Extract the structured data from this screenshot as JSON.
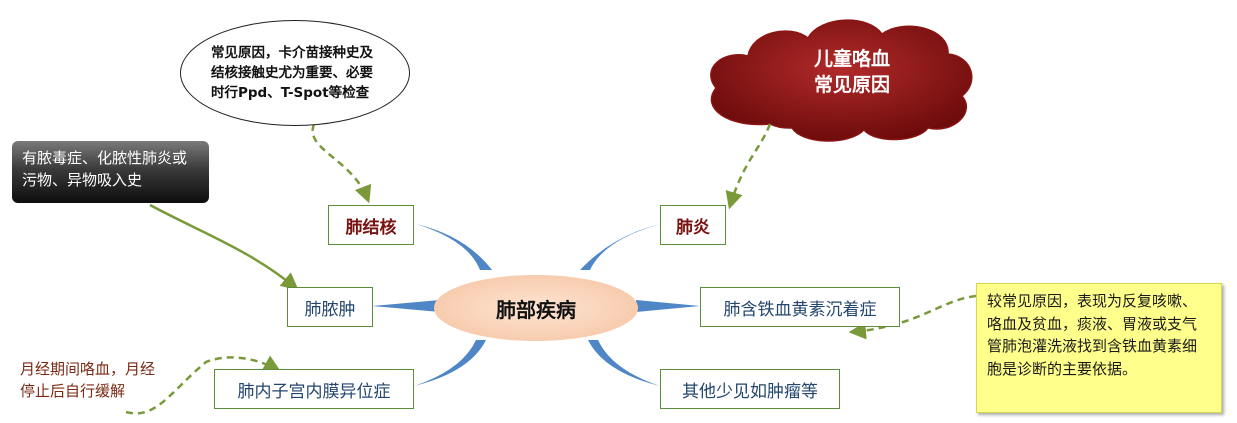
{
  "center": {
    "label": "肺部疾病"
  },
  "nodes": {
    "tb": "肺结核",
    "pneumonia": "肺炎",
    "abscess": "肺脓肿",
    "hemosiderosis": "肺含铁血黄素沉着症",
    "endometriosis": "肺内子宫内膜异位症",
    "tumor": "其他少见如肿瘤等"
  },
  "notes": {
    "cloud_line1": "儿童咯血",
    "cloud_line2": "常见原因",
    "tb_note": "常见原因，卡介苗接种史及结核接触史尤为重要、必要时行Ppd、T-Spot等检查",
    "abscess_note": "有脓毒症、化脓性肺炎或污物、异物吸入史",
    "hemosiderosis_note": "较常见原因，表现为反复咳嗽、咯血及贫血，痰液、胃液或支气管肺泡灌洗液找到含铁血黄素细胞是诊断的主要依据。",
    "endometriosis_note": "月经期间咯血，月经停止后自行缓解"
  },
  "colors": {
    "branch": "#4f86c6",
    "node_border": "#5c8d3a",
    "connector": "#7a9a3a",
    "cloud": "#8b1414",
    "highlight_text": "#7a1212",
    "note_yellow": "#ffff8c"
  }
}
